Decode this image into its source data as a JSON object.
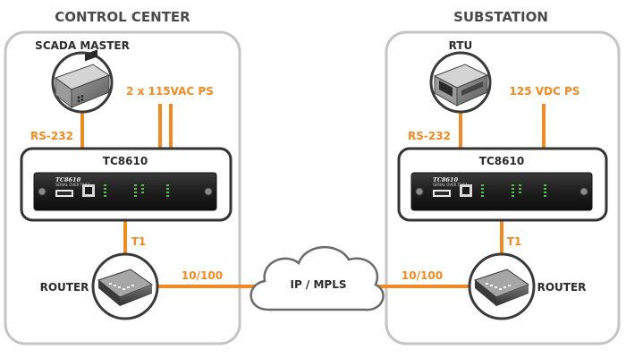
{
  "control_center": {
    "title": "CONTROL CENTER",
    "scada_label": "SCADA MASTER",
    "ps_label": "2 x 115VAC PS",
    "serial_label": "RS-232",
    "device_label": "TC8610",
    "device_face_model": "TC8610",
    "device_face_sub": "SERIAL OVER T1/E1",
    "t1_label": "T1",
    "router_label": "ROUTER",
    "ethernet_label": "10/100"
  },
  "network": {
    "cloud_label": "IP / MPLS"
  },
  "substation": {
    "title": "SUBSTATION",
    "rtu_label": "RTU",
    "ps_label": "125 VDC PS",
    "serial_label": "RS-232",
    "device_label": "TC8610",
    "device_face_model": "TC8610",
    "device_face_sub": "SERIAL OVER T1/E1",
    "t1_label": "T1",
    "router_label": "ROUTER",
    "ethernet_label": "10/100"
  },
  "colors": {
    "link": "#f08a24",
    "panel_border": "#c4c4c4",
    "device_border": "#333333",
    "cloud_border": "#6a6a6a"
  },
  "icons": {
    "scada": "scada-master-icon",
    "rtu": "rtu-icon",
    "router": "router-icon",
    "cloud": "cloud-icon"
  }
}
